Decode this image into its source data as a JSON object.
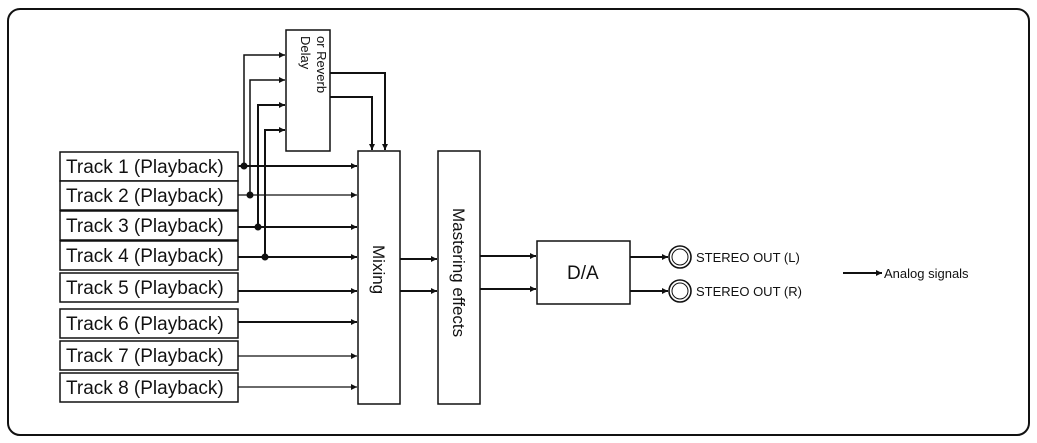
{
  "tracks": [
    "Track 1 (Playback)",
    "Track 2 (Playback)",
    "Track 3 (Playback)",
    "Track 4 (Playback)",
    "Track 5 (Playback)",
    "Track 6 (Playback)",
    "Track 7 (Playback)",
    "Track 8 (Playback)"
  ],
  "effect_block": {
    "line1": "Delay",
    "line2": "or Reverb"
  },
  "mixing_label": "Mixing",
  "mastering_label": "Mastering effects",
  "da_label": "D/A",
  "outputs": [
    "STEREO OUT (L)",
    "STEREO OUT (R)"
  ],
  "analog_label": "Analog signals",
  "colors": {
    "line": "#111111",
    "background": "#ffffff"
  }
}
